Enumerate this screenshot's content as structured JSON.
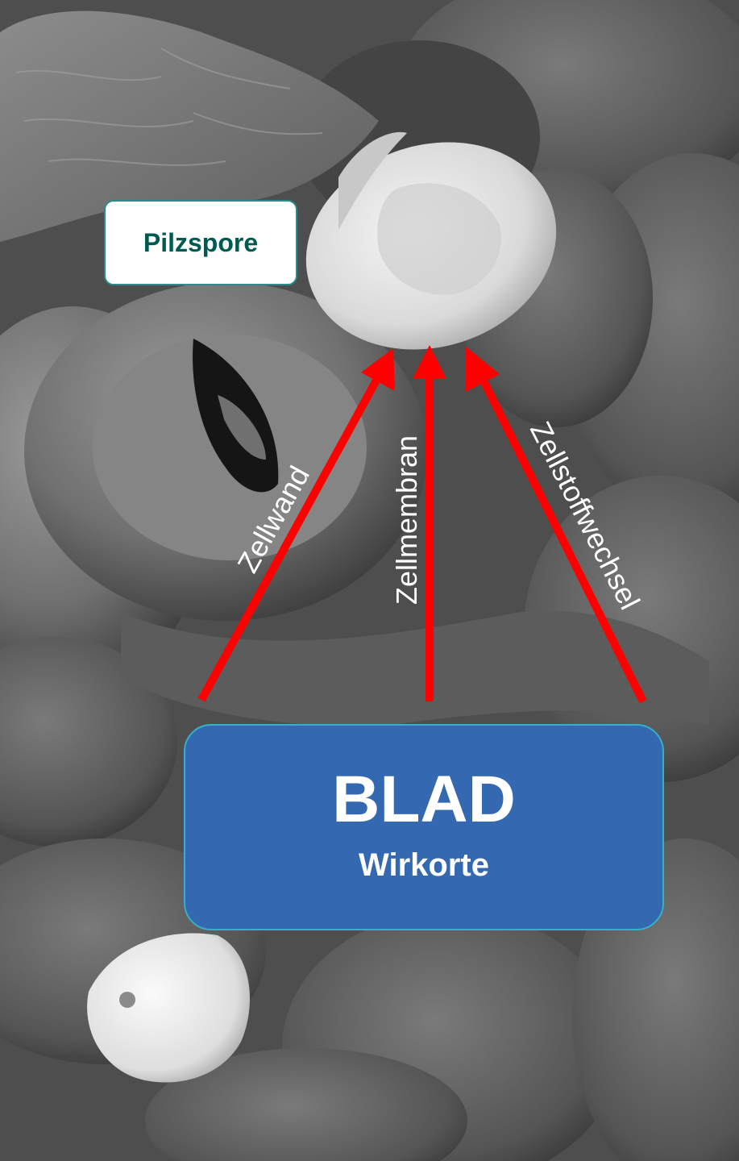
{
  "labels": {
    "spore": "Pilzspore",
    "main_title": "BLAD",
    "main_subtitle": "Wirkorte"
  },
  "arrows": [
    {
      "label": "Zellwand"
    },
    {
      "label": "Zellmembran"
    },
    {
      "label": "Zellstoffwechsel"
    }
  ],
  "colors": {
    "arrow": "#ff0000",
    "main_box": "#3468b0",
    "main_box_border": "#35b0cc",
    "spore_box_border": "#2a8c8c",
    "spore_text": "#005a50"
  },
  "scene": {
    "type": "grayscale scanning electron micrograph of a leaf surface",
    "features": [
      "pilzspore-blob",
      "stoma",
      "leaf-cells",
      "crystal-particle"
    ]
  }
}
